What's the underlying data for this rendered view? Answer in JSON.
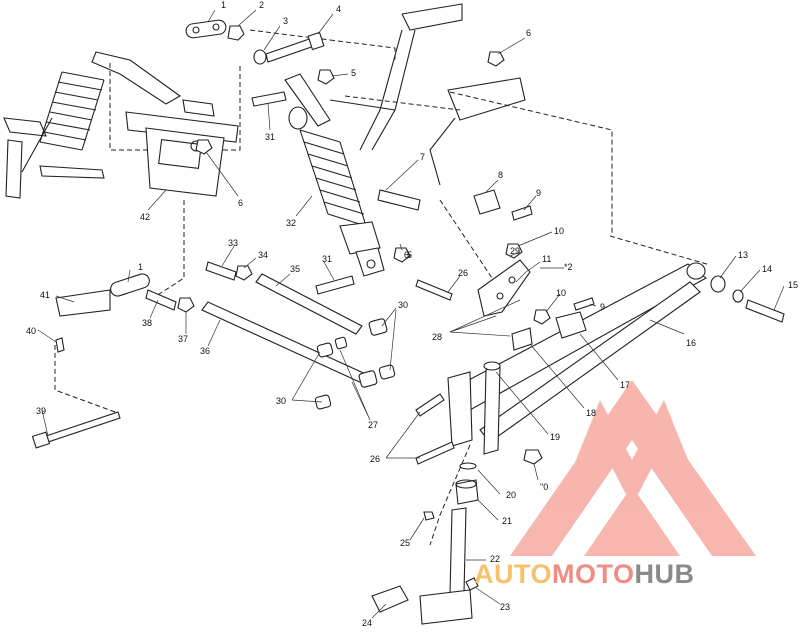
{
  "callouts": [
    {
      "id": "c1a",
      "text": "1"
    },
    {
      "id": "c2",
      "text": "2"
    },
    {
      "id": "c3",
      "text": "3"
    },
    {
      "id": "c4",
      "text": "4"
    },
    {
      "id": "c5a",
      "text": "5"
    },
    {
      "id": "c6a",
      "text": "6"
    },
    {
      "id": "c31a",
      "text": "31"
    },
    {
      "id": "c6b",
      "text": "6"
    },
    {
      "id": "c42",
      "text": "42"
    },
    {
      "id": "c7",
      "text": "7"
    },
    {
      "id": "c8",
      "text": "8"
    },
    {
      "id": "c9a",
      "text": "9"
    },
    {
      "id": "c32",
      "text": "32"
    },
    {
      "id": "c6c",
      "text": "6"
    },
    {
      "id": "c10a",
      "text": "10"
    },
    {
      "id": "c29",
      "text": "29"
    },
    {
      "id": "c11",
      "text": "11"
    },
    {
      "id": "c12",
      "text": "*2"
    },
    {
      "id": "c33",
      "text": "33"
    },
    {
      "id": "c34",
      "text": "34"
    },
    {
      "id": "c35",
      "text": "35"
    },
    {
      "id": "c31b",
      "text": "31"
    },
    {
      "id": "c5b",
      "text": "5"
    },
    {
      "id": "c26a",
      "text": "26"
    },
    {
      "id": "c1b",
      "text": "1"
    },
    {
      "id": "c41",
      "text": "41"
    },
    {
      "id": "c38",
      "text": "38"
    },
    {
      "id": "c37",
      "text": "37"
    },
    {
      "id": "c40",
      "text": "40"
    },
    {
      "id": "c36",
      "text": "36"
    },
    {
      "id": "c30a",
      "text": "30"
    },
    {
      "id": "c10b",
      "text": "10"
    },
    {
      "id": "c9b",
      "text": "9"
    },
    {
      "id": "c28",
      "text": "28"
    },
    {
      "id": "c13",
      "text": "13"
    },
    {
      "id": "c14",
      "text": "14"
    },
    {
      "id": "c15",
      "text": "15"
    },
    {
      "id": "c16",
      "text": "16"
    },
    {
      "id": "c17",
      "text": "17"
    },
    {
      "id": "c18",
      "text": "18"
    },
    {
      "id": "c30b",
      "text": "30"
    },
    {
      "id": "c27",
      "text": "27"
    },
    {
      "id": "c39",
      "text": "39"
    },
    {
      "id": "c26b",
      "text": "26"
    },
    {
      "id": "c19",
      "text": "19"
    },
    {
      "id": "c10c",
      "text": "\"0"
    },
    {
      "id": "c20",
      "text": "20"
    },
    {
      "id": "c21",
      "text": "21"
    },
    {
      "id": "c25",
      "text": "25"
    },
    {
      "id": "c22",
      "text": "22"
    },
    {
      "id": "c23",
      "text": "23"
    },
    {
      "id": "c24",
      "text": "24"
    }
  ],
  "watermark": {
    "word_1": "AUTO",
    "word_2": "MOTO",
    "word_3": "HUB",
    "color_1": "#f5c16c",
    "color_2": "#f08c84",
    "color_3": "#8a8a8a",
    "logo_color": "#f6a9a0"
  }
}
